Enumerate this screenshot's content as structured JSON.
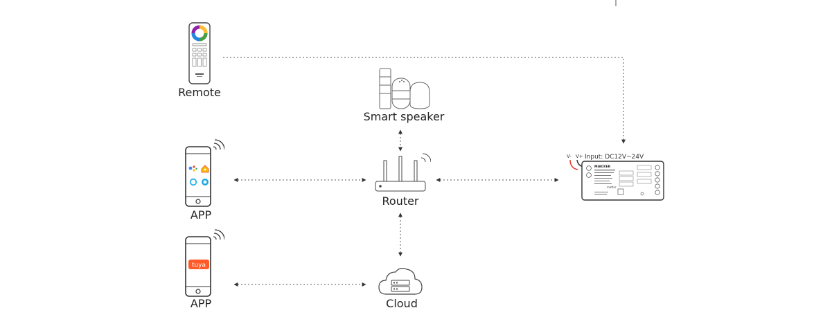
{
  "labels": {
    "remote": "Remote",
    "smart_speaker": "Smart speaker",
    "router": "Router",
    "app_top": "APP",
    "app_bottom": "APP",
    "cloud": "Cloud"
  },
  "controller": {
    "input": "Input: DC12V~24V",
    "v_minus": "V-",
    "v_plus": "V+",
    "brand": "MiBOXER",
    "matter": "matter"
  },
  "tuya": {
    "logo": "tuya"
  }
}
